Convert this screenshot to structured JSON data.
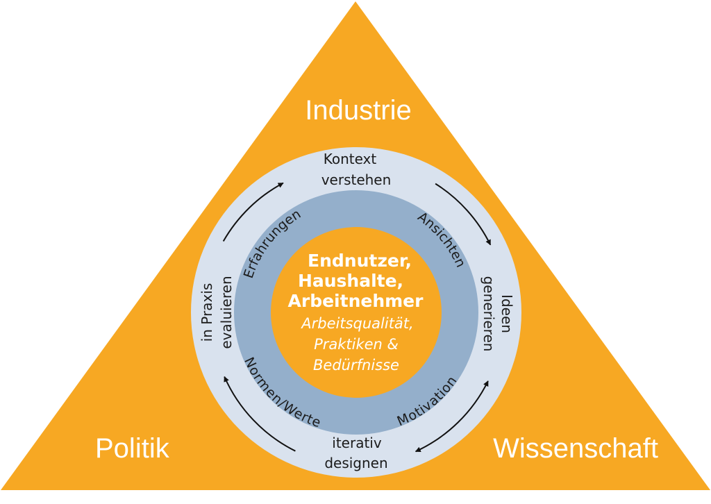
{
  "colors": {
    "triangle": "#F7A823",
    "outer_ring": "#D9E2EE",
    "middle_ring": "#94AFCB",
    "center": "#F7A823",
    "arrows": "#111111",
    "text_light": "#FFFFFF",
    "text_dark": "#1B1B1B"
  },
  "corners": {
    "top": "Industrie",
    "left": "Politik",
    "right": "Wissenschaft"
  },
  "cycle_steps": {
    "top": [
      "Kontext",
      "verstehen"
    ],
    "right": [
      "Ideen",
      "generieren"
    ],
    "bottom": [
      "iterativ",
      "designen"
    ],
    "left": [
      "in Praxis",
      "evaluieren"
    ]
  },
  "middle_ring_labels": {
    "top_left": "Erfahrungen",
    "top_right": "Ansichten",
    "bottom_left": "Normen/Werte",
    "bottom_right": "Motivation"
  },
  "center": {
    "title_lines": [
      "Endnutzer,",
      "Haushalte,",
      "Arbeitnehmer"
    ],
    "subtitle_lines": [
      "Arbeitsqualität,",
      "Praktiken &",
      "Bedürfnisse"
    ]
  }
}
